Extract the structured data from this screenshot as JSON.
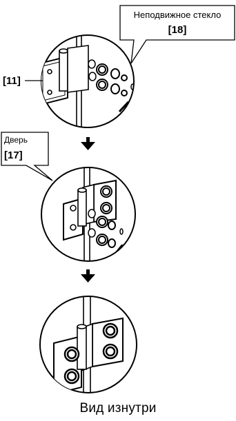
{
  "callouts": {
    "fixed_glass": {
      "label": "Неподвижное стекло",
      "ref": "[18]"
    },
    "hinge_ref": {
      "ref": "[11]"
    },
    "door": {
      "label": "Дверь",
      "ref": "[17]"
    }
  },
  "caption": "Вид изнутри"
}
